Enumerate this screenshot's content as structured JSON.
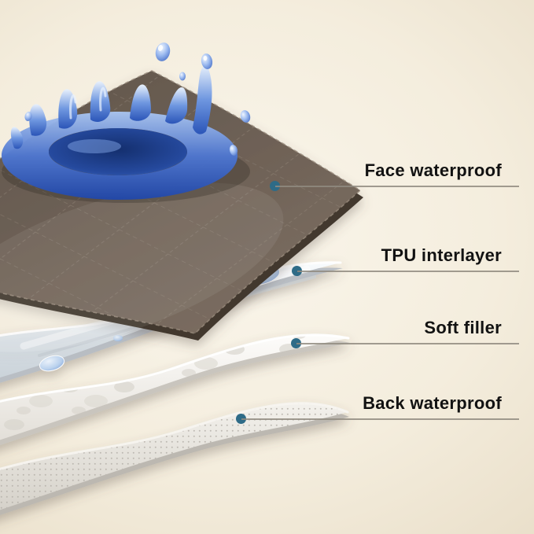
{
  "callouts": [
    {
      "label": "Face waterproof"
    },
    {
      "label": "TPU interlayer"
    },
    {
      "label": "Soft filler"
    },
    {
      "label": "Back waterproof"
    }
  ],
  "colors": {
    "dot_color": "#2e6b87",
    "line_color": "#908b80",
    "text_color": "#121212",
    "background_outer": "#e8ddc7",
    "background_inner": "#faf6ec",
    "face_layer_color": "#6b5e54",
    "tpu_layer_color": "#dfe5ea",
    "soft_filler_color": "#efece6",
    "back_layer_color": "#e2ded6",
    "water_color": "#2f62c4"
  }
}
